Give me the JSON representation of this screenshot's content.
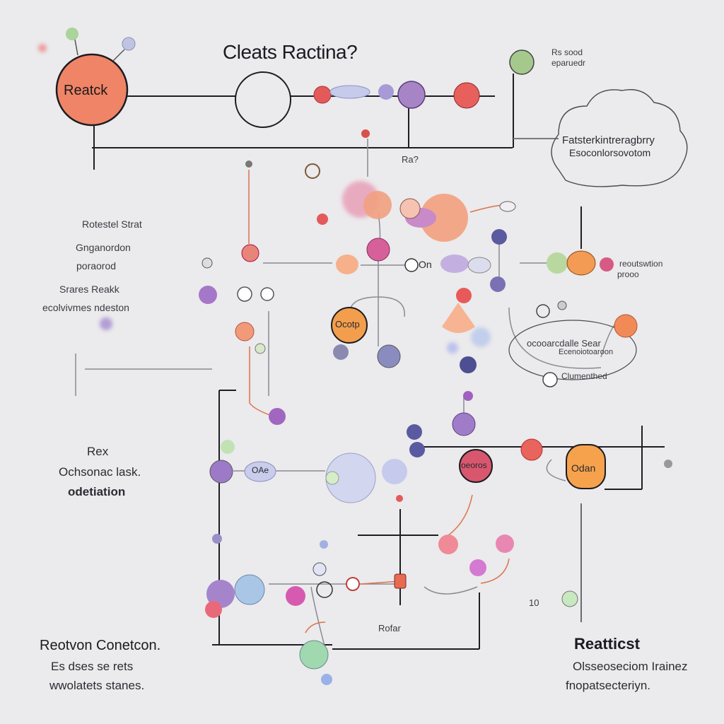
{
  "title": "Cleats Ractina?",
  "top_right_note": {
    "line1": "Rs sood",
    "line2": "eparuedr"
  },
  "cloud": {
    "line1": "Fatsterkintreragbrry",
    "line2": "Esoconlorsovotom"
  },
  "main_node_label": "Reatck",
  "short_label": "Ra?",
  "left_notes": [
    "Rotestel Strat",
    "Gnganordon",
    "poraorod",
    "Srares Reakk",
    "ecolvivmes ndeston"
  ],
  "center_node_label": "Ocotp",
  "on_label": "On",
  "right_small_label": {
    "line1": "reoutswtion",
    "line2": "prooo"
  },
  "bubble": {
    "line1": "ocooarcdalle Sear",
    "line2": "Ecenoiotoaroon",
    "line3": "Clumenthed"
  },
  "mid_left": {
    "line1": "Rex",
    "line2": "Ochsonac lask.",
    "line3": "odetiation"
  },
  "oae_label": "OAe",
  "red_node_label": "oeoros",
  "orange_node_label": "Odan",
  "bottom_left": {
    "title": "Reotvon Conetcon.",
    "line2": "Es dses se rets",
    "line3": "wwolatets stanes."
  },
  "bottom_mid_label": "Rofar",
  "ten_label": "10",
  "bottom_right": {
    "title": "Reatticst",
    "line2": "Olsseoseciom Irainez",
    "line3": "fnopatsecteriyn."
  }
}
